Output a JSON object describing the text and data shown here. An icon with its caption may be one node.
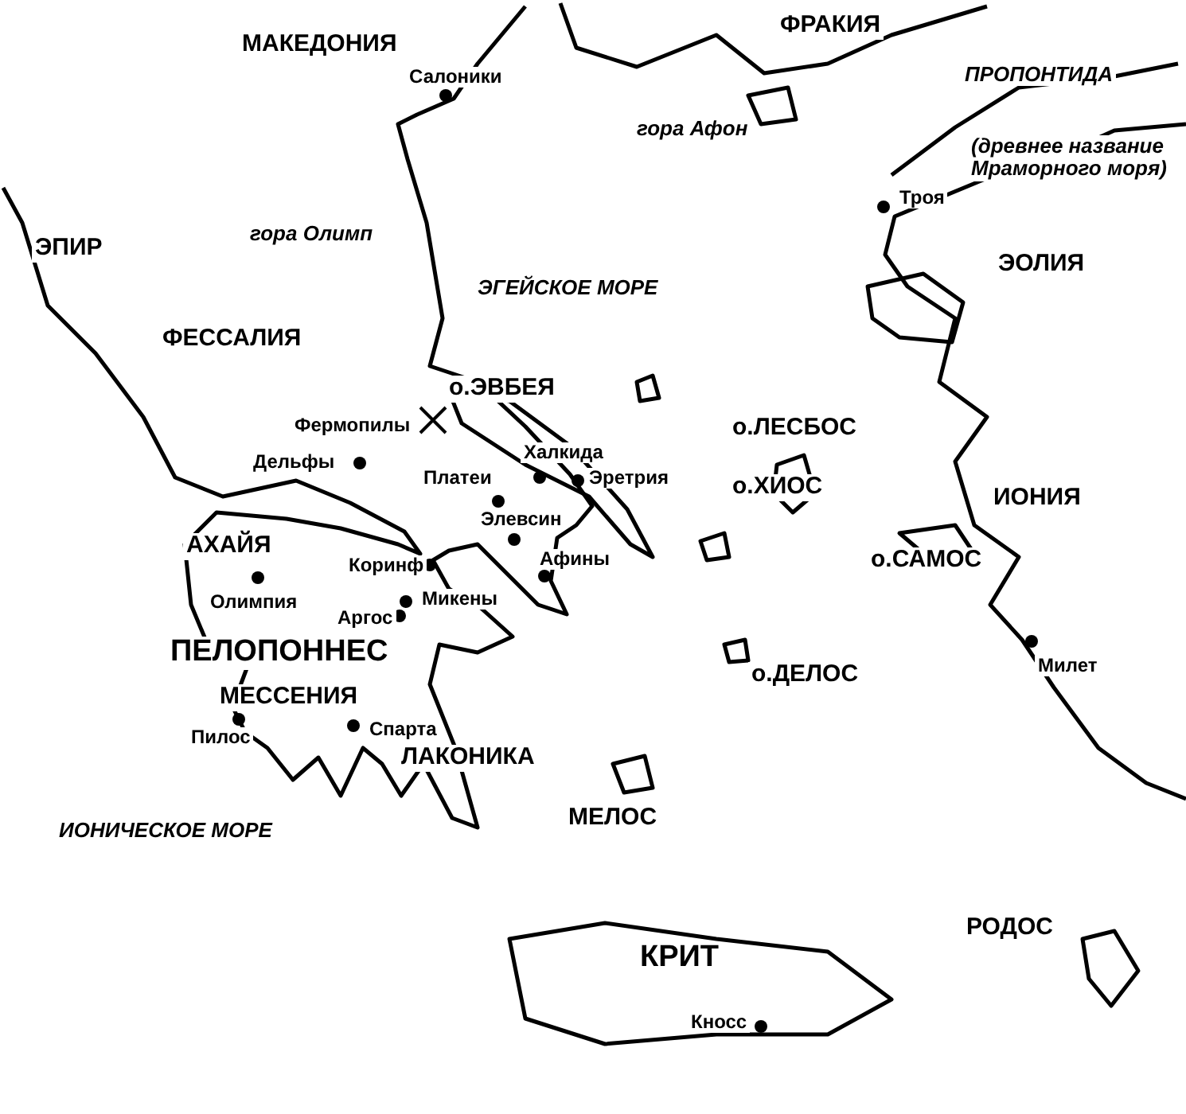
{
  "diagram": {
    "labels": [
      "МАКЕДОНИЯ",
      "ФРАКИЯ",
      "Салоники",
      "ПРОПОНТИДА",
      "гора Афон",
      "(древнее название Мраморного моря)",
      "Троя",
      "ЭПИР",
      "гора Олимп",
      "ЭГЕЙСКОЕ МОРЕ",
      "ЭОЛИЯ",
      "ФЕССАЛИЯ",
      "о.ЭВБЕЯ",
      "Фермопилы",
      "о.ЛЕСБОС",
      "Дельфы",
      "Халкида",
      "Платеи",
      "Эретрия",
      "о.ХИОС",
      "ИОНИЯ",
      "АХАЙЯ",
      "Элевсин",
      "Коринф",
      "Афины",
      "о.САМОС",
      "Олимпия",
      "Микены",
      "Аргос",
      "ПЕЛОПОННЕС",
      "о.ДЕЛОС",
      "Милет",
      "МЕССЕНИЯ",
      "Пилос",
      "Спарта",
      "ЛАКОНИКА",
      "МЕЛОС",
      "ИОНИЧЕСКОЕ МОРЕ",
      "РОДОС",
      "КРИТ",
      "Кносс"
    ]
  }
}
